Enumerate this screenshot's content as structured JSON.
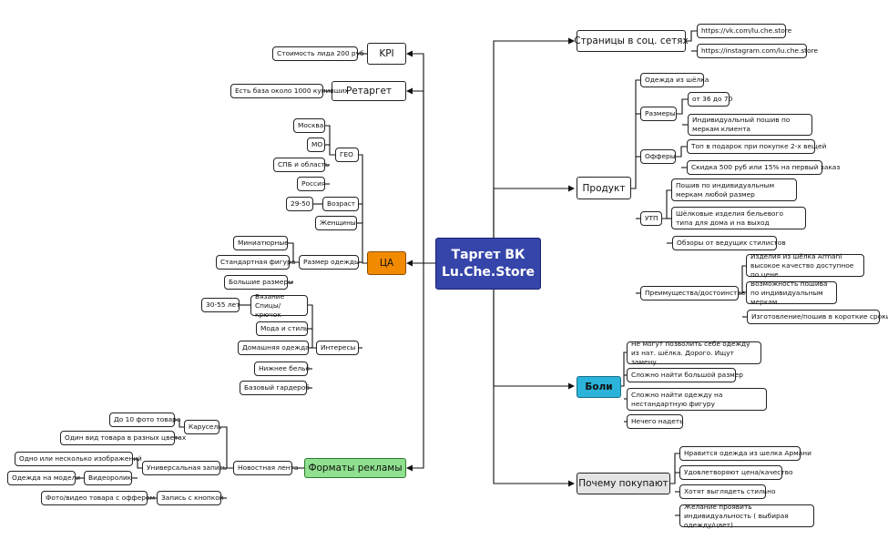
{
  "center": {
    "line1": "Таргет ВК",
    "line2": "Lu.Che.Store"
  },
  "kpi": {
    "title": "KPI",
    "item": "Стоимость лида 200 руб"
  },
  "retarget": {
    "title": "Ретаргет",
    "item": "Есть база около 1000 купивших"
  },
  "ca": {
    "title": "ЦА",
    "geo": {
      "title": "ГЕО",
      "items": [
        "Москва",
        "МО",
        "СПБ и область",
        "Россия"
      ]
    },
    "age": {
      "title": "Возраст",
      "value": "29-50"
    },
    "women": "Женщины",
    "size": {
      "title": "Размер одежды",
      "items": [
        "Миниатюрные",
        "Стандартная фигура",
        "Большие размеры"
      ]
    },
    "interests": {
      "title": "Интересы",
      "knit": "Вязание Спицы/крючок",
      "knit_age": "30-55 лет",
      "items": [
        "Мода и стиль",
        "Домашняя одежда",
        "Нижнее бельё",
        "Базовый гардероб"
      ]
    }
  },
  "formats": {
    "title": "Форматы рекламы",
    "feed": "Новостная лента",
    "carousel": {
      "title": "Карусель",
      "items": [
        "До 10 фото товара",
        "Один вид товара в разных цветах"
      ]
    },
    "universal": {
      "title": "Универсальная запись",
      "image": "Одно или несколько изображений",
      "video": "Видеоролик",
      "video_item": "Одежда на модели"
    },
    "button": {
      "title": "Запись с кнопкой",
      "item": "Фото/видео товара с оффером"
    }
  },
  "social": {
    "title": "Страницы в соц. сетях",
    "links": [
      "https://vk.com/lu.che.store",
      "https://instagram.com/lu.che.store"
    ]
  },
  "product": {
    "title": "Продукт",
    "silk": "Одежда из шёлка",
    "sizes": {
      "title": "Размеры",
      "items": [
        "от 36 до 70",
        "Индивидуальный пошив по меркам клиента"
      ]
    },
    "offers": {
      "title": "Офферы",
      "items": [
        "Топ в подарок при покупке 2-х вещей",
        "Скидка 500 руб или 15% на первый заказ"
      ]
    },
    "usp": {
      "title": "УТП",
      "items": [
        "Пошив по индивидуальным меркам любой размер",
        "Шёлковые изделия бельевого типа для дома и на выход",
        "Обзоры от ведущих стилистов"
      ]
    },
    "advantages": {
      "title": "Преимущества/достоинства",
      "items": [
        "Изделия из шёлка Armani высокое качество доступное по цене",
        "Возможность пошива по индивидуальным меркам",
        "Изготовление/пошив в короткие сроки"
      ]
    }
  },
  "pains": {
    "title": "Боли",
    "items": [
      "Не могут позволить себе одежду из нат. шёлка. Дорого. Ищут замену",
      "Сложно найти большой размер",
      "Сложно найти одежду на нестандартную фигуру",
      "Нечего надеть"
    ]
  },
  "why": {
    "title": "Почему покупают",
    "items": [
      "Нравится одежда из шелка Армани",
      "Удовлетворяют цена/качество",
      "Хотят выглядеть стильно",
      "Желание проявить индивидуальность ( выбирая одежду/цвет)"
    ]
  },
  "colors": {
    "center": "#3545a9",
    "ca": "#f28a00",
    "pains": "#2bb3d9",
    "formats": "#8fe08f",
    "why": "#e4e4e4"
  }
}
